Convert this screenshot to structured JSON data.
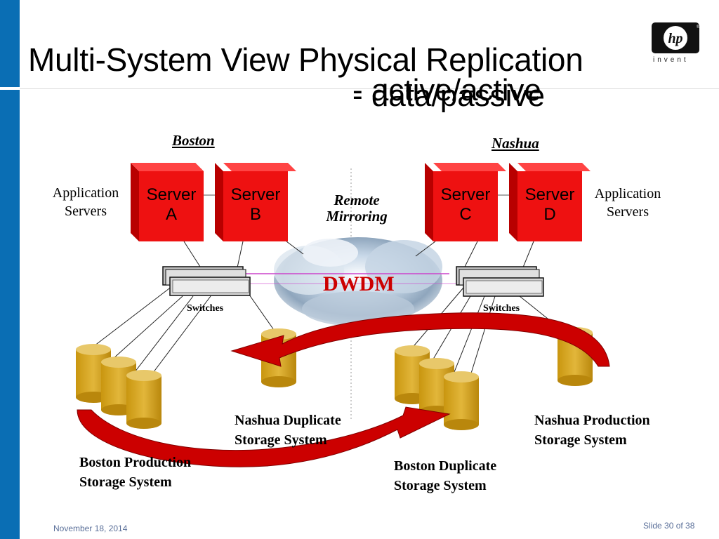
{
  "slide": {
    "title": "Multi-System View Physical Replication",
    "subtitle_overlap_a": "- active/active",
    "subtitle_overlap_b": "- data/passive",
    "date": "November 18, 2014",
    "slide_number": "Slide 30 of 38"
  },
  "logo": {
    "mark": "hp",
    "tagline": "invent",
    "registered": "®"
  },
  "colors": {
    "accent_bar": "#0a6eb4",
    "server_red": "#ee1111",
    "disk_gold": "#d4a11a",
    "arrow_red": "#cc0000",
    "dwdm_text": "#cc0000",
    "mirror_line": "#cc44cc"
  },
  "diagram": {
    "sites": {
      "left": "Boston",
      "right": "Nashua"
    },
    "servers": [
      {
        "line1": "Server",
        "line2": "A"
      },
      {
        "line1": "Server",
        "line2": "B"
      },
      {
        "line1": "Server",
        "line2": "C"
      },
      {
        "line1": "Server",
        "line2": "D"
      }
    ],
    "app_servers_left": {
      "line1": "Application",
      "line2": "Servers"
    },
    "app_servers_right": {
      "line1": "Application",
      "line2": "Servers"
    },
    "remote_mirroring": {
      "line1": "Remote",
      "line2": "Mirroring"
    },
    "dwdm": "DWDM",
    "switches_left": "Switches",
    "switches_right": "Switches",
    "storage": {
      "nashua_duplicate": {
        "line1": "Nashua Duplicate",
        "line2": "Storage System"
      },
      "nashua_production": {
        "line1": "Nashua Production",
        "line2": "Storage System"
      },
      "boston_production": {
        "line1": "Boston Production",
        "line2": "Storage System"
      },
      "boston_duplicate": {
        "line1": "Boston Duplicate",
        "line2": "Storage System"
      }
    }
  }
}
